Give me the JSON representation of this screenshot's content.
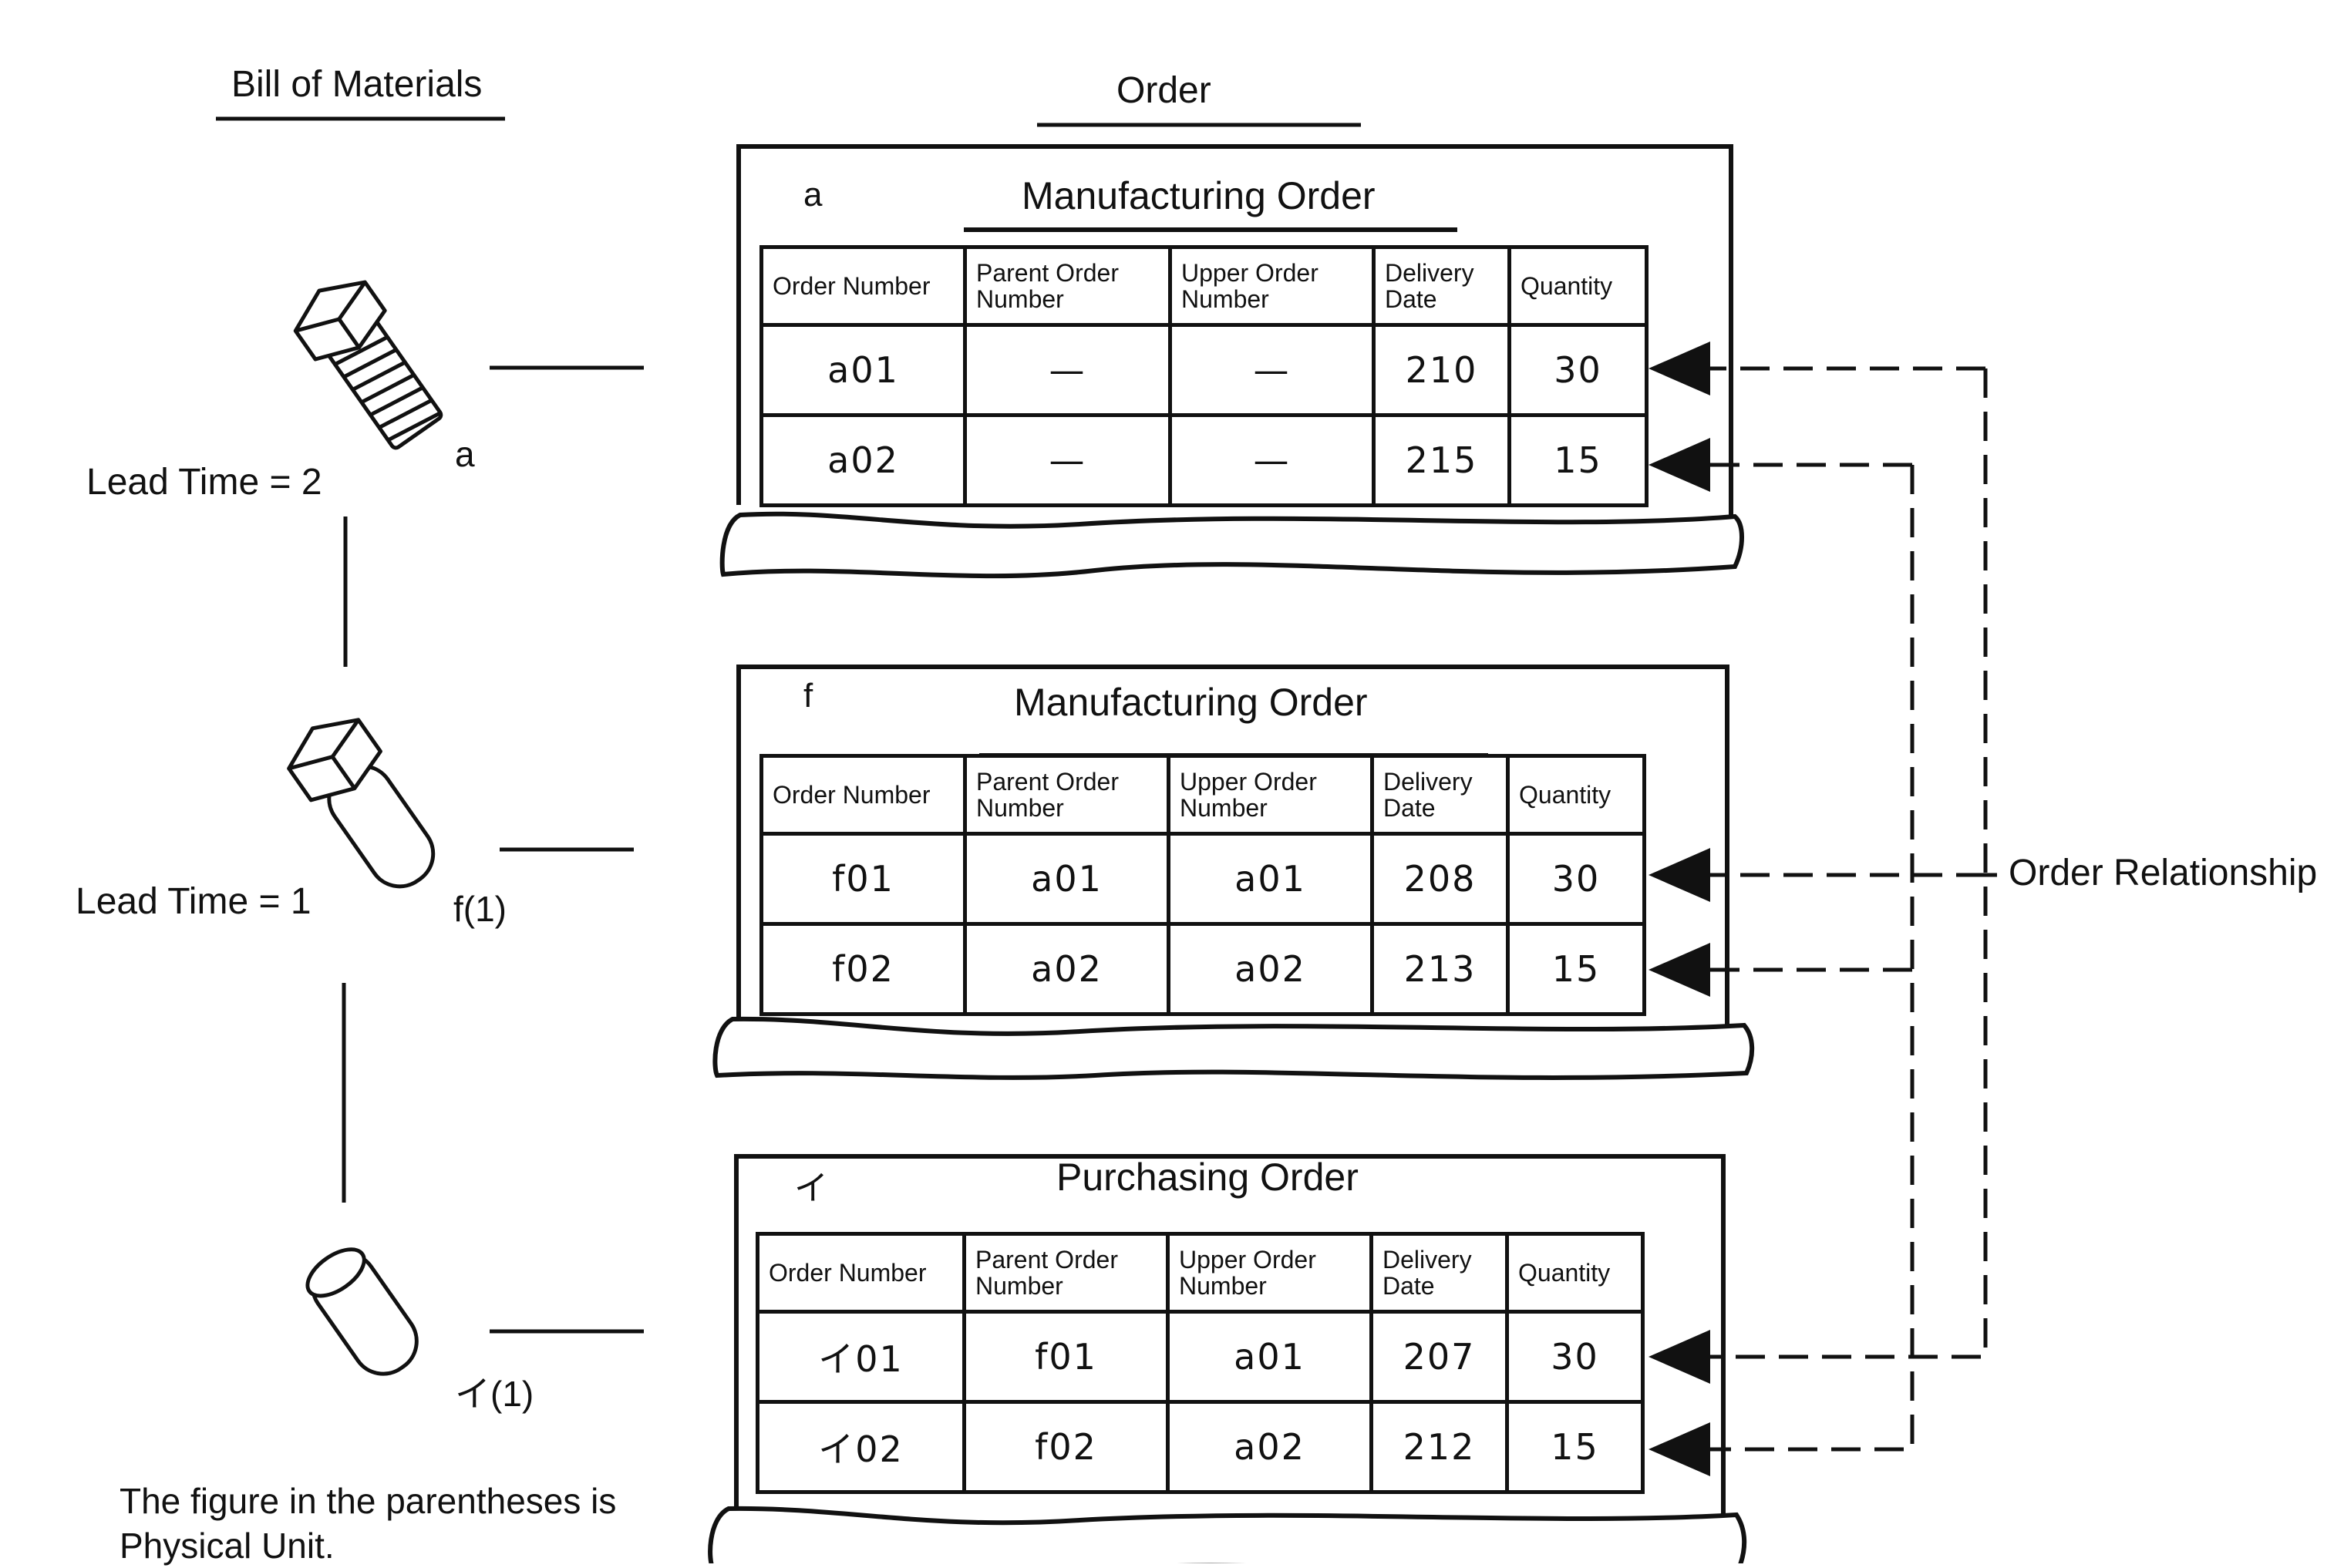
{
  "headings": {
    "bom": "Bill of Materials",
    "order": "Order"
  },
  "bom": {
    "parts": [
      {
        "tag": "a",
        "lead_time": "Lead Time = 2"
      },
      {
        "tag": "f(1)",
        "lead_time": "Lead Time = 1"
      },
      {
        "tag": "イ(1)"
      }
    ],
    "note_line1": "The figure in the parentheses is",
    "note_line2": "Physical Unit."
  },
  "relationship_label": "Order Relationship",
  "columns": [
    {
      "line1": "Order Number",
      "line2": ""
    },
    {
      "line1": "Parent Order",
      "line2": "Number"
    },
    {
      "line1": "Upper Order",
      "line2": "Number"
    },
    {
      "line1": "Delivery",
      "line2": "Date"
    },
    {
      "line1": "Quantity",
      "line2": ""
    }
  ],
  "sheets": [
    {
      "tag": "a",
      "title": "Manufacturing Order",
      "rows": [
        [
          "a01",
          "—",
          "—",
          "210",
          "30"
        ],
        [
          "a02",
          "—",
          "—",
          "215",
          "15"
        ]
      ]
    },
    {
      "tag": "f",
      "title": "Manufacturing Order",
      "rows": [
        [
          "f01",
          "a01",
          "a01",
          "208",
          "30"
        ],
        [
          "f02",
          "a02",
          "a02",
          "213",
          "15"
        ]
      ]
    },
    {
      "tag": "イ",
      "title": "Purchasing Order",
      "rows": [
        [
          "イ01",
          "f01",
          "a01",
          "207",
          "30"
        ],
        [
          "イ02",
          "f02",
          "a02",
          "212",
          "15"
        ]
      ]
    }
  ]
}
